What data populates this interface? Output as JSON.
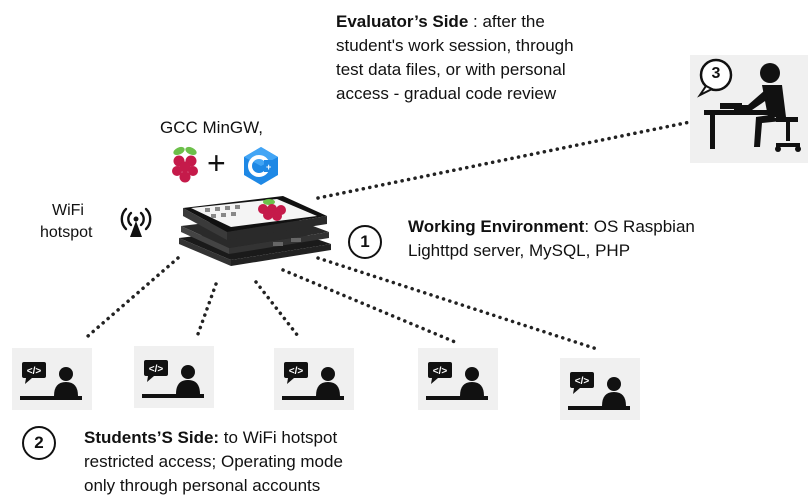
{
  "evaluator": {
    "title": "Evaluator’s Side",
    "text_line1": " : after the",
    "text_line2": "student's work session, through",
    "text_line3": "test data files, or with personal",
    "text_line4": "access - gradual code review",
    "number": "3"
  },
  "compiler": {
    "label": "GCC MinGW,",
    "plus": "+"
  },
  "hotspot": {
    "line1": "WiFi",
    "line2": "hotspot"
  },
  "environment": {
    "number": "1",
    "title": "Working Environment",
    "text_line1": ": OS Raspbian",
    "text_line2": "Lighttpd server, MySQL, PHP"
  },
  "students": {
    "number": "2",
    "title": "Students’S Side:",
    "text_line1": " to WiFi hotspot",
    "text_line2": "restricted access;  Operating mode",
    "text_line3": "only through personal accounts",
    "code_tag": "</>",
    "count": 5
  },
  "colors": {
    "raspberry": "#c51a4a",
    "leaf": "#6cc04a",
    "cpp_blue": "#1e88e5",
    "dots": "#222222"
  }
}
